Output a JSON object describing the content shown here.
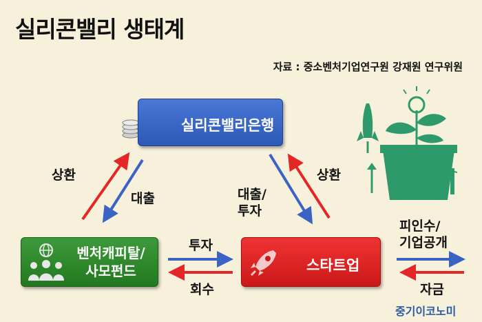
{
  "title": "실리콘밸리 생태계",
  "source": "자료 : 중소벤처기업연구원 강재원 연구위원",
  "nodes": {
    "bank": "실리콘밸리은행",
    "vc_line1": "벤처캐피탈/",
    "vc_line2": "사모펀드",
    "startup": "스타트업"
  },
  "edge_labels": {
    "vc_to_bank": "상환",
    "bank_to_vc": "대출",
    "bank_to_startup_line1": "대출/",
    "bank_to_startup_line2": "투자",
    "startup_to_bank": "상환",
    "vc_to_startup": "투자",
    "startup_to_vc": "회수",
    "startup_out_line1": "피인수/",
    "startup_out_line2": "기업공개",
    "funds_in": "자금"
  },
  "brand": "중기이코노미",
  "colors": {
    "background": "#f7f1dc",
    "bank": "#3566c7",
    "vc": "#2f8a2b",
    "startup": "#e02323",
    "arrow_blue": "#3a63c4",
    "arrow_red": "#e42626",
    "illustration_green": "#2e9a6b"
  }
}
